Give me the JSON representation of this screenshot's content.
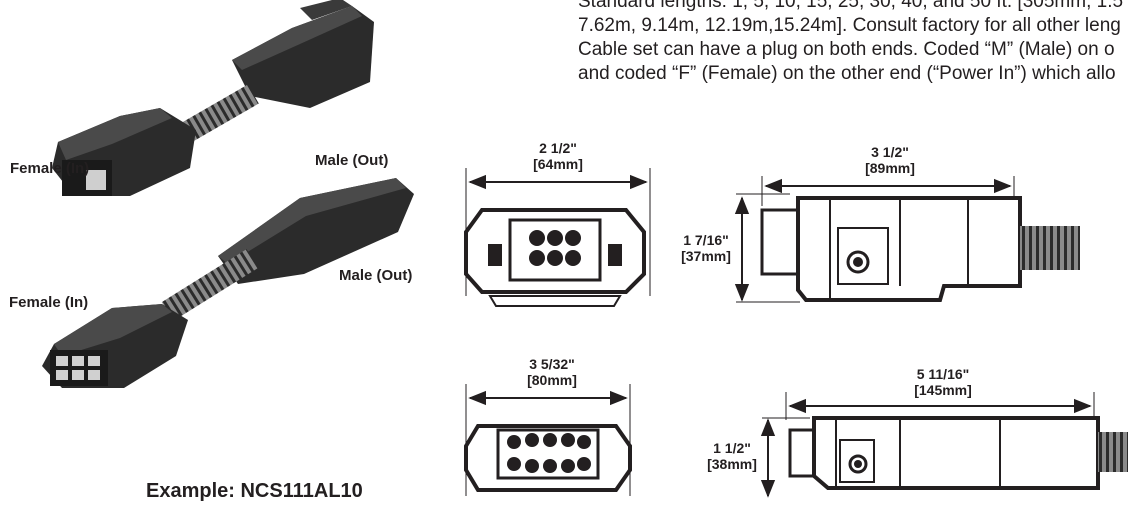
{
  "intro_lines": [
    "Standard lengths: 1, 5, 10, 15, 25, 30, 40, and 50 ft. [305mm, 1.5",
    "7.62m, 9.14m, 12.19m,15.24m]. Consult factory for all other leng",
    "Cable set can have a plug on both ends. Coded “M” (Male) on o",
    "and coded “F” (Female) on the other end (“Power In”) which allo"
  ],
  "photos": {
    "top": {
      "female_label": "Female (In)",
      "male_label": "Male (Out)"
    },
    "bottom": {
      "female_label": "Female (In)",
      "male_label": "Male (Out)"
    }
  },
  "dimensions": {
    "top_front_width": {
      "imperial": "2 1/2\"",
      "metric": "[64mm]"
    },
    "top_side_length": {
      "imperial": "3 1/2\"",
      "metric": "[89mm]"
    },
    "top_side_height": {
      "imperial": "1 7/16\"",
      "metric": "[37mm]"
    },
    "bottom_front_width": {
      "imperial": "3 5/32\"",
      "metric": "[80mm]"
    },
    "bottom_side_length": {
      "imperial": "5 11/16\"",
      "metric": "[145mm]"
    },
    "bottom_side_height": {
      "imperial": "1 1/2\"",
      "metric": "[38mm]"
    }
  },
  "example_label": "Example: NCS111AL10"
}
